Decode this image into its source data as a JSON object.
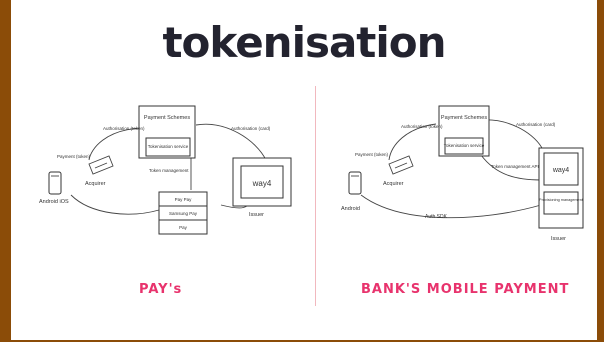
{
  "title": "tokenisation",
  "panels": {
    "left": {
      "caption": "PAY's",
      "payment_schemes": "Payment Schemes",
      "tokenisation_service": "Tokenisation service",
      "authorisation_tokens_left": "Authorisation (token)",
      "authorisation_tokens_right": "Authorisation (card)",
      "payment_tokens": "Payment (token)",
      "acquirer": "Acquirer",
      "android_ios": "Android iOS",
      "token_management": "Token management",
      "pay_stack": [
        "Pay Pay",
        "Samsung Pay",
        "Pay"
      ],
      "issuer": "Issuer",
      "issuer_brand": "way4"
    },
    "right": {
      "caption": "BANK'S MOBILE PAYMENT",
      "payment_schemes": "Payment Schemes",
      "tokenisation_service": "Tokenisation service",
      "authorisation_tokens_left": "Authorisation (token)",
      "authorisation_tokens_right": "Authorisation (card)",
      "payment_tokens": "Payment (token)",
      "acquirer": "Acquirer",
      "android": "Android",
      "token_management": "Token management API",
      "issuer_brand": "way4",
      "provisioning": "Provisioning management",
      "auth_sdk": "Auth SDK",
      "issuer": "Issuer"
    }
  }
}
